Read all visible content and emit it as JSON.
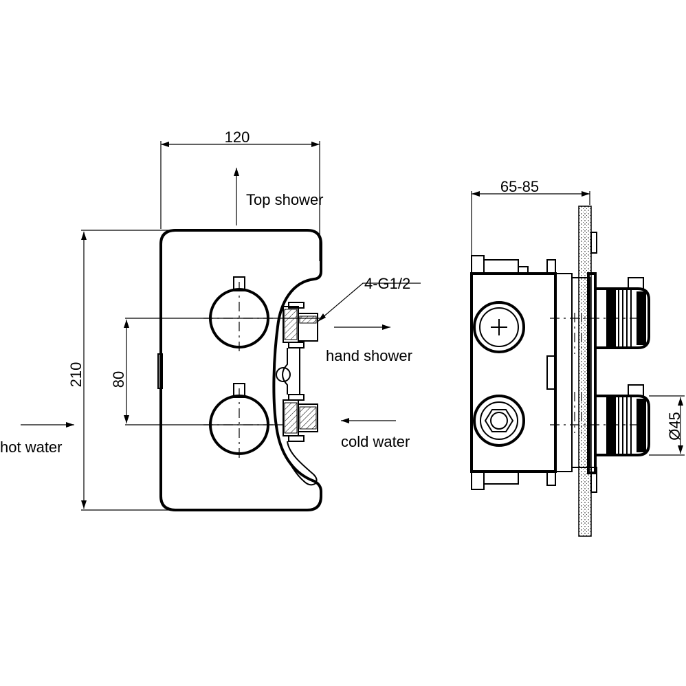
{
  "labels": {
    "width_dim": "120",
    "height_dim": "210",
    "spacing_dim": "80",
    "depth_dim": "65-85",
    "diameter_dim": "Ø45",
    "top_shower": "Top shower",
    "thread": "4-G1/2",
    "hand_shower": "hand shower",
    "cold_water": "cold water",
    "hot_water": "hot water"
  },
  "colors": {
    "line": "#000000",
    "background": "#ffffff"
  }
}
